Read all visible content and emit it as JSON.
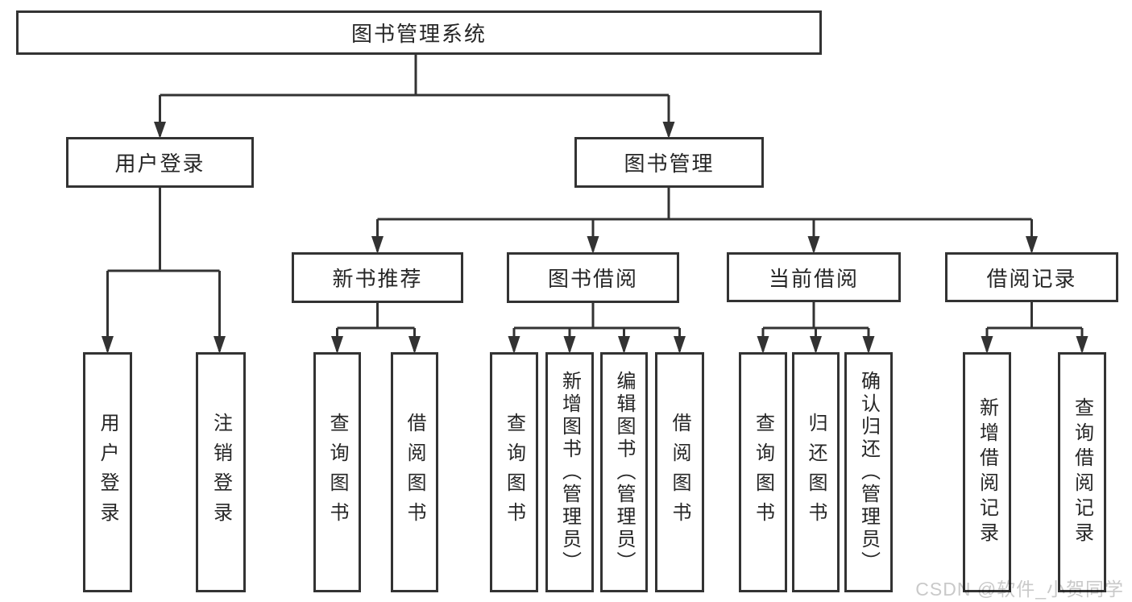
{
  "title": "图书管理系统",
  "watermark": {
    "text": "CSDN @软件_小贺同学",
    "color": "#c9c9c9"
  },
  "colors": {
    "line": "#333333",
    "box_border": "#333333",
    "box_fill": "#ffffff",
    "text": "#262626",
    "background": "#ffffff"
  },
  "tree": {
    "root": {
      "label": "图书管理系统"
    },
    "branches": [
      {
        "label": "用户登录",
        "children": [
          {
            "label": "用户登录"
          },
          {
            "label": "注销登录"
          }
        ]
      },
      {
        "label": "图书管理",
        "children": [
          {
            "label": "新书推荐",
            "children": [
              {
                "label": "查询图书"
              },
              {
                "label": "借阅图书"
              }
            ]
          },
          {
            "label": "图书借阅",
            "children": [
              {
                "label": "查询图书"
              },
              {
                "label": "新增图书（管理员）"
              },
              {
                "label": "编辑图书（管理员）"
              },
              {
                "label": "借阅图书"
              }
            ]
          },
          {
            "label": "当前借阅",
            "children": [
              {
                "label": "查询图书"
              },
              {
                "label": "归还图书"
              },
              {
                "label": "确认归还（管理员）"
              }
            ]
          },
          {
            "label": "借阅记录",
            "children": [
              {
                "label": "新增借阅记录"
              },
              {
                "label": "查询借阅记录"
              }
            ]
          }
        ]
      }
    ]
  }
}
